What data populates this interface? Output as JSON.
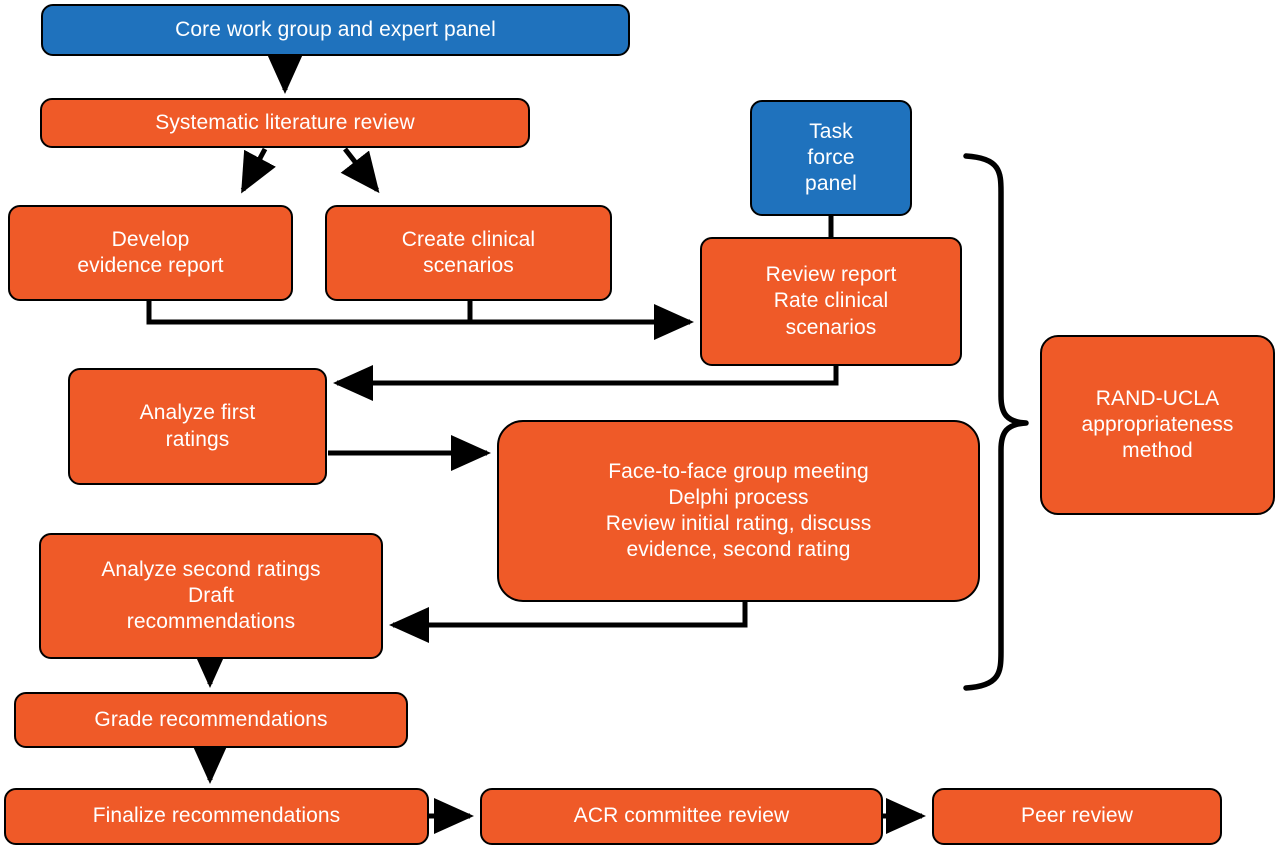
{
  "diagram": {
    "title": "RAND-UCLA appropriateness method guideline development flowchart",
    "colors": {
      "orange": "#ef5a28",
      "blue": "#1f72bd",
      "stroke": "#000000",
      "text": "#ffffff",
      "background": "#ffffff"
    },
    "nodes": [
      {
        "id": "core-work-group",
        "label": "Core work group and expert panel",
        "color": "blue"
      },
      {
        "id": "systematic-review",
        "label": "Systematic literature review",
        "color": "orange"
      },
      {
        "id": "develop-evidence",
        "label": "Develop\nevidence report",
        "color": "orange"
      },
      {
        "id": "create-scenarios",
        "label": "Create clinical\nscenarios",
        "color": "orange"
      },
      {
        "id": "task-force-panel",
        "label": "Task\nforce\npanel",
        "color": "blue"
      },
      {
        "id": "review-rate",
        "label": "Review report\nRate clinical\nscenarios",
        "color": "orange"
      },
      {
        "id": "analyze-first-ratings",
        "label": "Analyze first\nratings",
        "color": "orange"
      },
      {
        "id": "face-to-face",
        "label": "Face-to-face group meeting\nDelphi process\nReview initial rating, discuss\nevidence, second rating",
        "color": "orange"
      },
      {
        "id": "analyze-second-ratings",
        "label": "Analyze second ratings\nDraft\nrecommendations",
        "color": "orange"
      },
      {
        "id": "grade-recommendations",
        "label": "Grade recommendations",
        "color": "orange"
      },
      {
        "id": "finalize-recommendations",
        "label": "Finalize recommendations",
        "color": "orange"
      },
      {
        "id": "acr-committee-review",
        "label": "ACR committee review",
        "color": "orange"
      },
      {
        "id": "peer-review",
        "label": "Peer review",
        "color": "orange"
      },
      {
        "id": "rand-ucla",
        "label": "RAND-UCLA\nappropriateness\nmethod",
        "color": "orange"
      }
    ],
    "brace": {
      "label": "curly-brace-grouping",
      "groups": [
        "review-rate",
        "analyze-first-ratings",
        "face-to-face",
        "analyze-second-ratings"
      ],
      "points_to": "rand-ucla"
    },
    "edges": [
      {
        "from": "core-work-group",
        "to": "systematic-review",
        "kind": "arrow-down"
      },
      {
        "from": "systematic-review",
        "to": "develop-evidence",
        "kind": "arrow-diagonal-left"
      },
      {
        "from": "systematic-review",
        "to": "create-scenarios",
        "kind": "arrow-diagonal-right"
      },
      {
        "from": "develop-evidence",
        "to": "review-rate",
        "kind": "elbow-right"
      },
      {
        "from": "create-scenarios",
        "to": "review-rate",
        "kind": "elbow-right"
      },
      {
        "from": "task-force-panel",
        "to": "review-rate",
        "kind": "plain-line-down"
      },
      {
        "from": "review-rate",
        "to": "analyze-first-ratings",
        "kind": "elbow-left"
      },
      {
        "from": "analyze-first-ratings",
        "to": "face-to-face",
        "kind": "arrow-right"
      },
      {
        "from": "face-to-face",
        "to": "analyze-second-ratings",
        "kind": "elbow-left"
      },
      {
        "from": "analyze-second-ratings",
        "to": "grade-recommendations",
        "kind": "arrow-down"
      },
      {
        "from": "grade-recommendations",
        "to": "finalize-recommendations",
        "kind": "arrow-down"
      },
      {
        "from": "finalize-recommendations",
        "to": "acr-committee-review",
        "kind": "arrow-right"
      },
      {
        "from": "acr-committee-review",
        "to": "peer-review",
        "kind": "arrow-right"
      }
    ]
  }
}
